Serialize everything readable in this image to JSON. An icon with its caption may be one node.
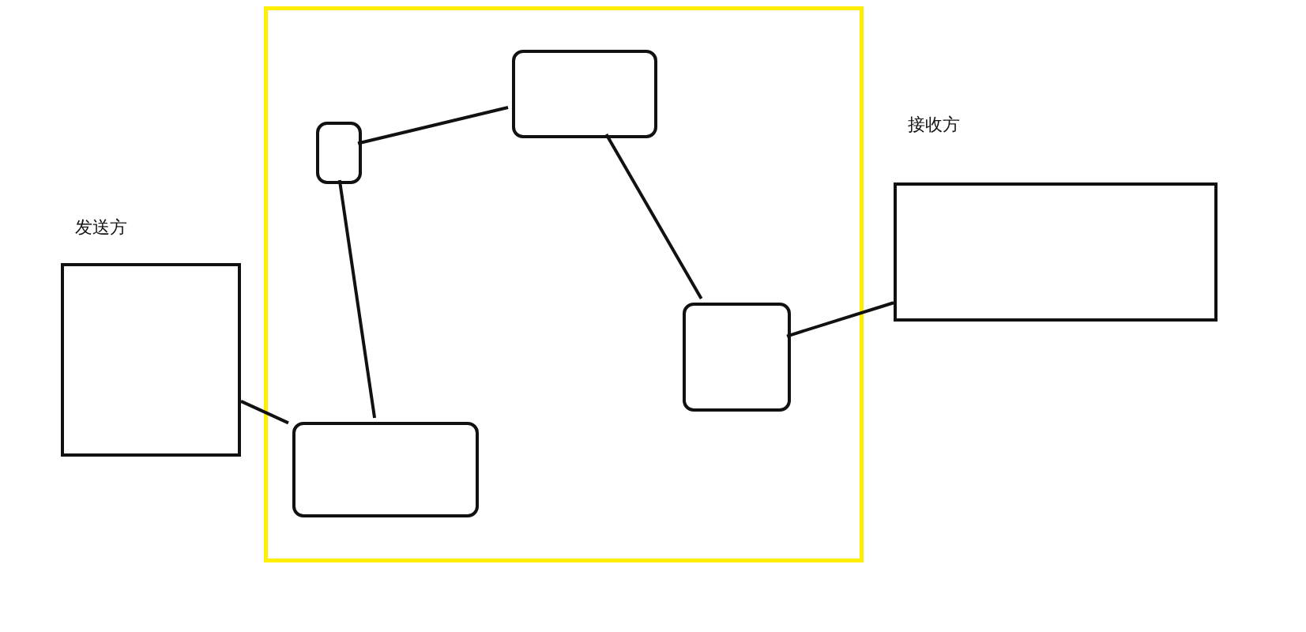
{
  "diagram": {
    "nodes": [
      {
        "text": [
          "发送方"
        ]
      },
      {
        "text": [],
        "shape": "box"
      },
      {
        "text": [],
        "shape": "box",
        "in": 1
      },
      {
        "text": [],
        "shape": "box",
        "in": 1
      },
      {
        "text": [],
        "shape": "box",
        "in": 1
      },
      {
        "text": [],
        "shape": "box",
        "in": 1
      },
      {
        "text": [
          "接收方"
        ]
      }
    ],
    "edges": [
      {
        "from": 0,
        "to": 5,
        "arrow": "none"
      },
      {
        "from": 5,
        "to": 2,
        "arrow": "none"
      },
      {
        "from": 2,
        "to": 3,
        "arrow": "none"
      },
      {
        "from": 3,
        "to": 4,
        "arrow": "none"
      },
      {
        "from": 4,
        "to": 6,
        "arrow": "none"
      }
    ]
  }
}
